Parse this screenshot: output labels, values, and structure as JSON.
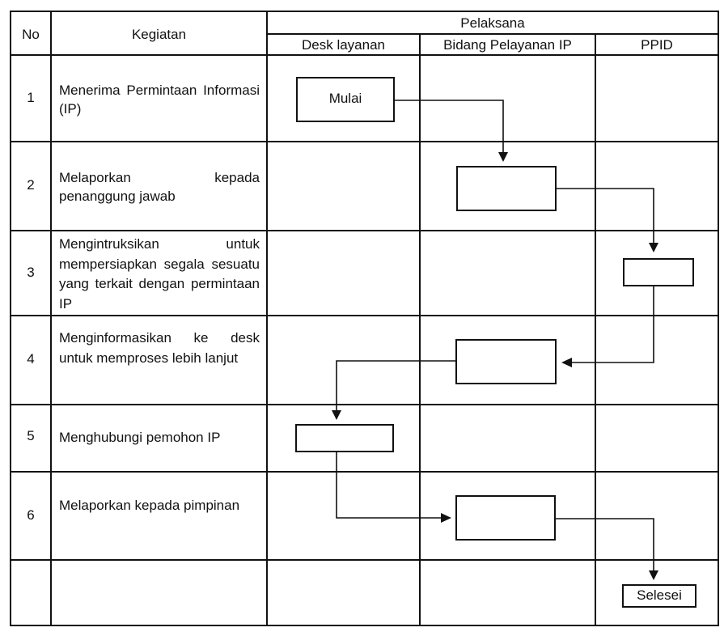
{
  "table": {
    "headers": {
      "no": "No",
      "kegiatan": "Kegiatan",
      "pelaksana": "Pelaksana",
      "lanes": [
        "Desk layanan",
        "Bidang Pelayanan IP",
        "PPID"
      ]
    },
    "rows": [
      {
        "no": "1",
        "kegiatan": "Menerima Permintaan Informasi (IP)"
      },
      {
        "no": "2",
        "kegiatan": "Melaporkan kepada penanggung jawab"
      },
      {
        "no": "3",
        "kegiatan": "Mengintruksikan untuk mempersiapkan segala sesuatu yang terkait dengan permintaan IP"
      },
      {
        "no": "4",
        "kegiatan": "Menginformasikan ke desk untuk memproses lebih lanjut"
      },
      {
        "no": "5",
        "kegiatan": "Menghubungi pemohon IP"
      },
      {
        "no": "6",
        "kegiatan": "Melaporkan kepada pimpinan"
      },
      {
        "no": "",
        "kegiatan": ""
      }
    ]
  },
  "flow": {
    "start_label": "Mulai",
    "end_label": "Selesei",
    "steps": [
      {
        "row": 1,
        "lane": "Desk layanan",
        "label": "Mulai"
      },
      {
        "row": 2,
        "lane": "Bidang Pelayanan IP",
        "label": ""
      },
      {
        "row": 3,
        "lane": "PPID",
        "label": ""
      },
      {
        "row": 4,
        "lane": "Bidang Pelayanan IP",
        "label": ""
      },
      {
        "row": 5,
        "lane": "Desk layanan",
        "label": ""
      },
      {
        "row": 6,
        "lane": "Bidang Pelayanan IP",
        "label": ""
      },
      {
        "row": 7,
        "lane": "PPID",
        "label": "Selesei"
      }
    ]
  }
}
